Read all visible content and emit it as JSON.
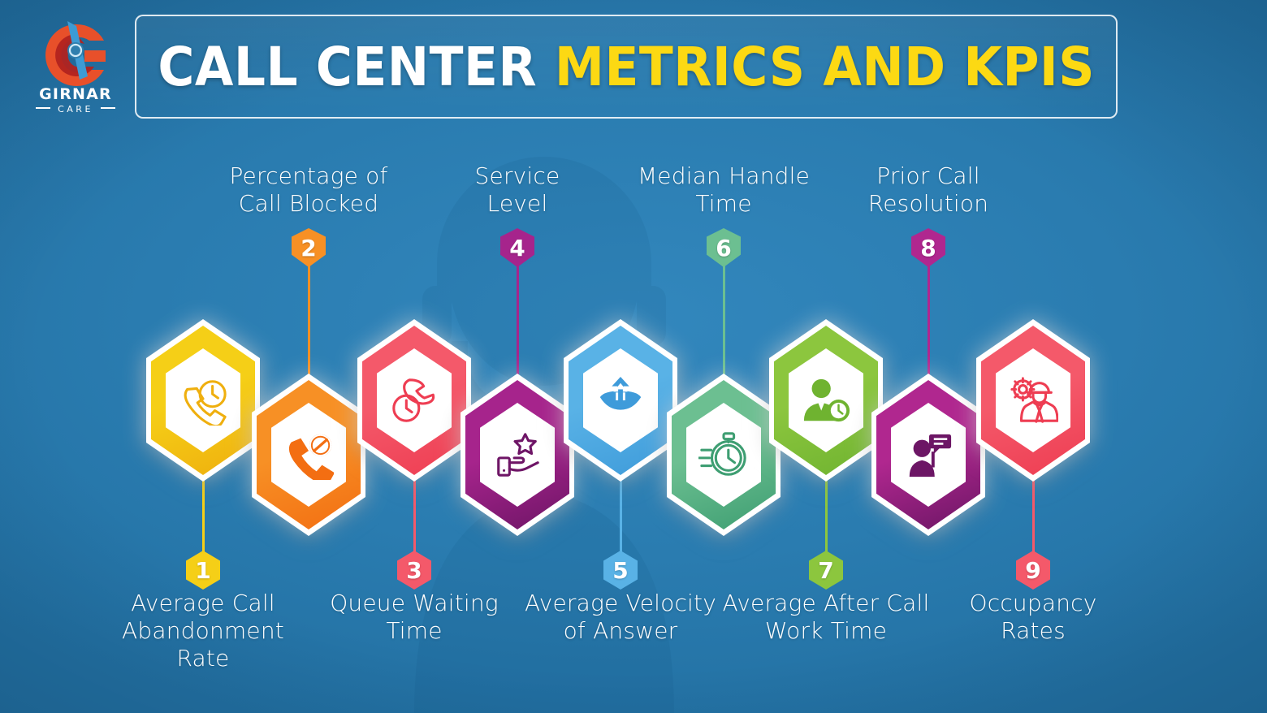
{
  "page": {
    "background_color": "#2a7cb0",
    "title_parts": {
      "primary": "CALL CENTER ",
      "accent": "METRICS AND KPIS"
    },
    "title_full": "CALL CENTER METRICS AND KPIS",
    "title_accent_color": "#FCD913"
  },
  "logo": {
    "name": "GIRNAR",
    "tagline": "CARE",
    "mark": "girnar-g-headset-mark",
    "colors": {
      "orange": "#E8502A",
      "dark_red": "#B2231F",
      "blue": "#3D9BD4"
    }
  },
  "items": [
    {
      "number": "1",
      "label": "Average Call\nAbandonment Rate",
      "position": "bottom",
      "color": "#F5CF17",
      "color_dark": "#EFAF0E",
      "icon": "phone-clock-icon"
    },
    {
      "number": "2",
      "label": "Percentage of\nCall Blocked",
      "position": "top",
      "color": "#F79025",
      "color_dark": "#F36E12",
      "icon": "phone-blocked-icon"
    },
    {
      "number": "3",
      "label": "Queue Waiting\nTime",
      "position": "bottom",
      "color": "#F4596A",
      "color_dark": "#EE3D52",
      "icon": "phone-stopwatch-icon"
    },
    {
      "number": "4",
      "label": "Service\nLevel",
      "position": "top",
      "color": "#A6248C",
      "color_dark": "#6E1566",
      "icon": "hand-star-icon"
    },
    {
      "number": "5",
      "label": "Average Velocity\nof Answer",
      "position": "bottom",
      "color": "#59B2E6",
      "color_dark": "#3E9BDA",
      "icon": "phone-up-arrow-icon"
    },
    {
      "number": "6",
      "label": "Median Handle\nTime",
      "position": "top",
      "color": "#6CBF91",
      "color_dark": "#3E9E72",
      "icon": "stopwatch-icon"
    },
    {
      "number": "7",
      "label": "Average After Call\nWork Time",
      "position": "bottom",
      "color": "#8CC63E",
      "color_dark": "#6FB330",
      "icon": "person-clock-icon"
    },
    {
      "number": "8",
      "label": "Prior Call\nResolution",
      "position": "top",
      "color": "#B0278F",
      "color_dark": "#6C1665",
      "icon": "person-speech-icon"
    },
    {
      "number": "9",
      "label": "Occupancy\nRates",
      "position": "bottom",
      "color": "#F4596A",
      "color_dark": "#EE3D52",
      "icon": "worker-gear-icon"
    }
  ]
}
